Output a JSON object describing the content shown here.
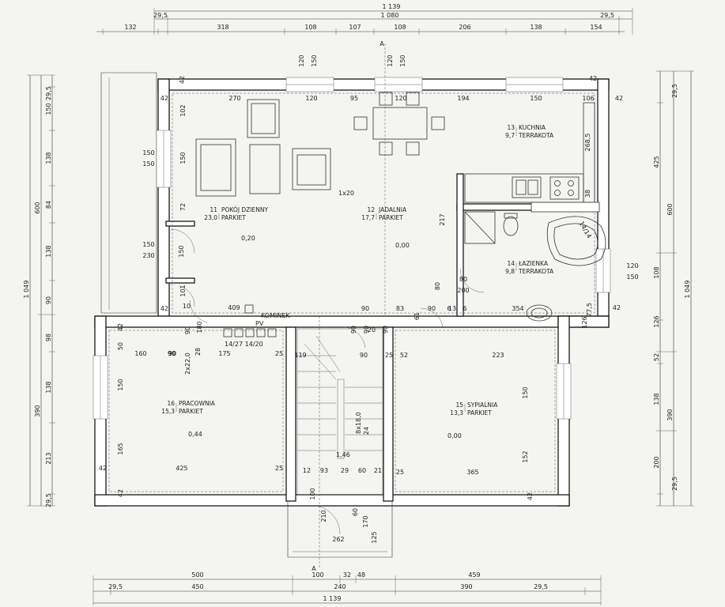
{
  "top_dims": {
    "overall": "1 139",
    "row2": [
      "29,5",
      "1 080",
      "29,5"
    ],
    "row3": [
      "132",
      "318",
      "108",
      "107",
      "108",
      "206",
      "138",
      "154"
    ]
  },
  "bottom_dims": {
    "row1": [
      "500",
      "100",
      "32",
      "48",
      "459"
    ],
    "row2": [
      "29,5",
      "450",
      "240",
      "390",
      "29,5"
    ],
    "overall": "1 139"
  },
  "left_dims": {
    "overall": "1 049",
    "row2": [
      "600",
      "390"
    ],
    "row3": [
      "29,5",
      "150",
      "138",
      "84",
      "138",
      "90",
      "98",
      "138",
      "213",
      "29,5"
    ]
  },
  "right_dims": {
    "overall": "1 049",
    "row2": [
      "425",
      "600",
      "390",
      "200"
    ],
    "row3": [
      "29,5",
      "108",
      "126",
      "52",
      "138",
      "390",
      "29,5"
    ]
  },
  "rooms": [
    {
      "number": "11",
      "name": "POKÓJ DZIENNY",
      "area": "23,0",
      "floor": "PARKIET",
      "level": "0,20"
    },
    {
      "number": "12",
      "name": "JADALNIA",
      "area": "17,7",
      "floor": "PARKIET",
      "level": "0,00"
    },
    {
      "number": "13",
      "name": "KUCHNIA",
      "area": "9,7",
      "floor": "TERRAKOTA"
    },
    {
      "number": "14",
      "name": "ŁAZIENKA",
      "area": "9,8",
      "floor": "TERRAKOTA"
    },
    {
      "number": "16",
      "name": "PRACOWNIA",
      "area": "15,3",
      "floor": "PARKIET",
      "level": "0,44"
    },
    {
      "number": "15",
      "name": "SYPIALNIA",
      "area": "13,3",
      "floor": "PARKIET",
      "level": "0,00"
    }
  ],
  "labels": {
    "section_a": "A",
    "stairs_level": "1,46",
    "stairs_spec": "8x18,0",
    "stairs_24": "24",
    "kominek": "KOMINEK",
    "kominek_pv": "PV",
    "kominek_sizes": "14/27 14/20",
    "post": "1x20",
    "bath_fixture": "14/14"
  },
  "inner_dims": [
    "42",
    "270",
    "120",
    "95",
    "120",
    "194",
    "150",
    "106",
    "42",
    "102",
    "150",
    "72",
    "101",
    "10",
    "42",
    "409",
    "90",
    "83",
    "90",
    "6",
    "13",
    "6",
    "354",
    "77,5",
    "42",
    "120",
    "150",
    "120",
    "150",
    "42",
    "42",
    "150",
    "150",
    "150",
    "230",
    "150",
    "217",
    "80",
    "80",
    "200",
    "268,5",
    "38",
    "120",
    "150",
    "42",
    "180",
    "90",
    "28",
    "2x22,0",
    "90",
    "160",
    "90",
    "175",
    "25",
    "50",
    "150",
    "165",
    "425",
    "25",
    "42",
    "42",
    "119",
    "90",
    "25",
    "52",
    "223",
    "150",
    "152",
    "365",
    "25",
    "42",
    "12",
    "93",
    "29",
    "60",
    "21",
    "100",
    "210",
    "60",
    "170",
    "125",
    "262",
    "90",
    "90",
    "20",
    "90",
    "61",
    "126"
  ]
}
